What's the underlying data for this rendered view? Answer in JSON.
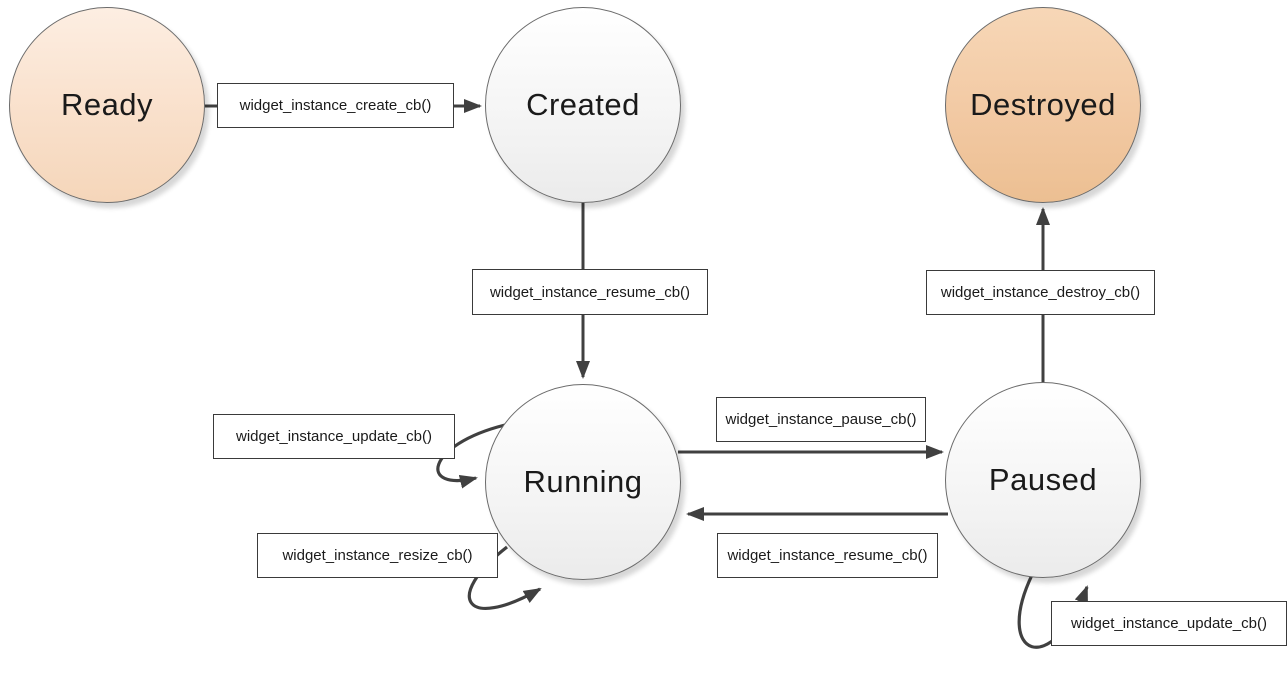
{
  "diagram": {
    "states": [
      {
        "id": "ready",
        "label": "Ready",
        "fill_top": "#fdeee2",
        "fill_bottom": "#f5d6ba"
      },
      {
        "id": "created",
        "label": "Created",
        "fill_top": "#ffffff",
        "fill_bottom": "#ebebeb"
      },
      {
        "id": "destroyed",
        "label": "Destroyed",
        "fill_top": "#f7d7b7",
        "fill_bottom": "#ecbf92"
      },
      {
        "id": "running",
        "label": "Running",
        "fill_top": "#ffffff",
        "fill_bottom": "#ebebeb"
      },
      {
        "id": "paused",
        "label": "Paused",
        "fill_top": "#ffffff",
        "fill_bottom": "#ebebeb"
      }
    ],
    "transitions": [
      {
        "from": "Ready",
        "to": "Created",
        "label": "widget_instance_create_cb()"
      },
      {
        "from": "Created",
        "to": "Running",
        "label": "widget_instance_resume_cb()"
      },
      {
        "from": "Paused",
        "to": "Destroyed",
        "label": "widget_instance_destroy_cb()"
      },
      {
        "from": "Running",
        "to": "Running",
        "label": "widget_instance_update_cb()"
      },
      {
        "from": "Running",
        "to": "Paused",
        "label": "widget_instance_pause_cb()"
      },
      {
        "from": "Running",
        "to": "Running",
        "label": "widget_instance_resize_cb()"
      },
      {
        "from": "Paused",
        "to": "Running",
        "label": "widget_instance_resume_cb()"
      },
      {
        "from": "Paused",
        "to": "Paused",
        "label": "widget_instance_update_cb()"
      }
    ],
    "colors": {
      "arrow": "#404040",
      "node_border": "#6b6b6b",
      "box_border": "#3a3a3a",
      "box_background": "#ffffff",
      "text": "#1a1a1a"
    }
  }
}
